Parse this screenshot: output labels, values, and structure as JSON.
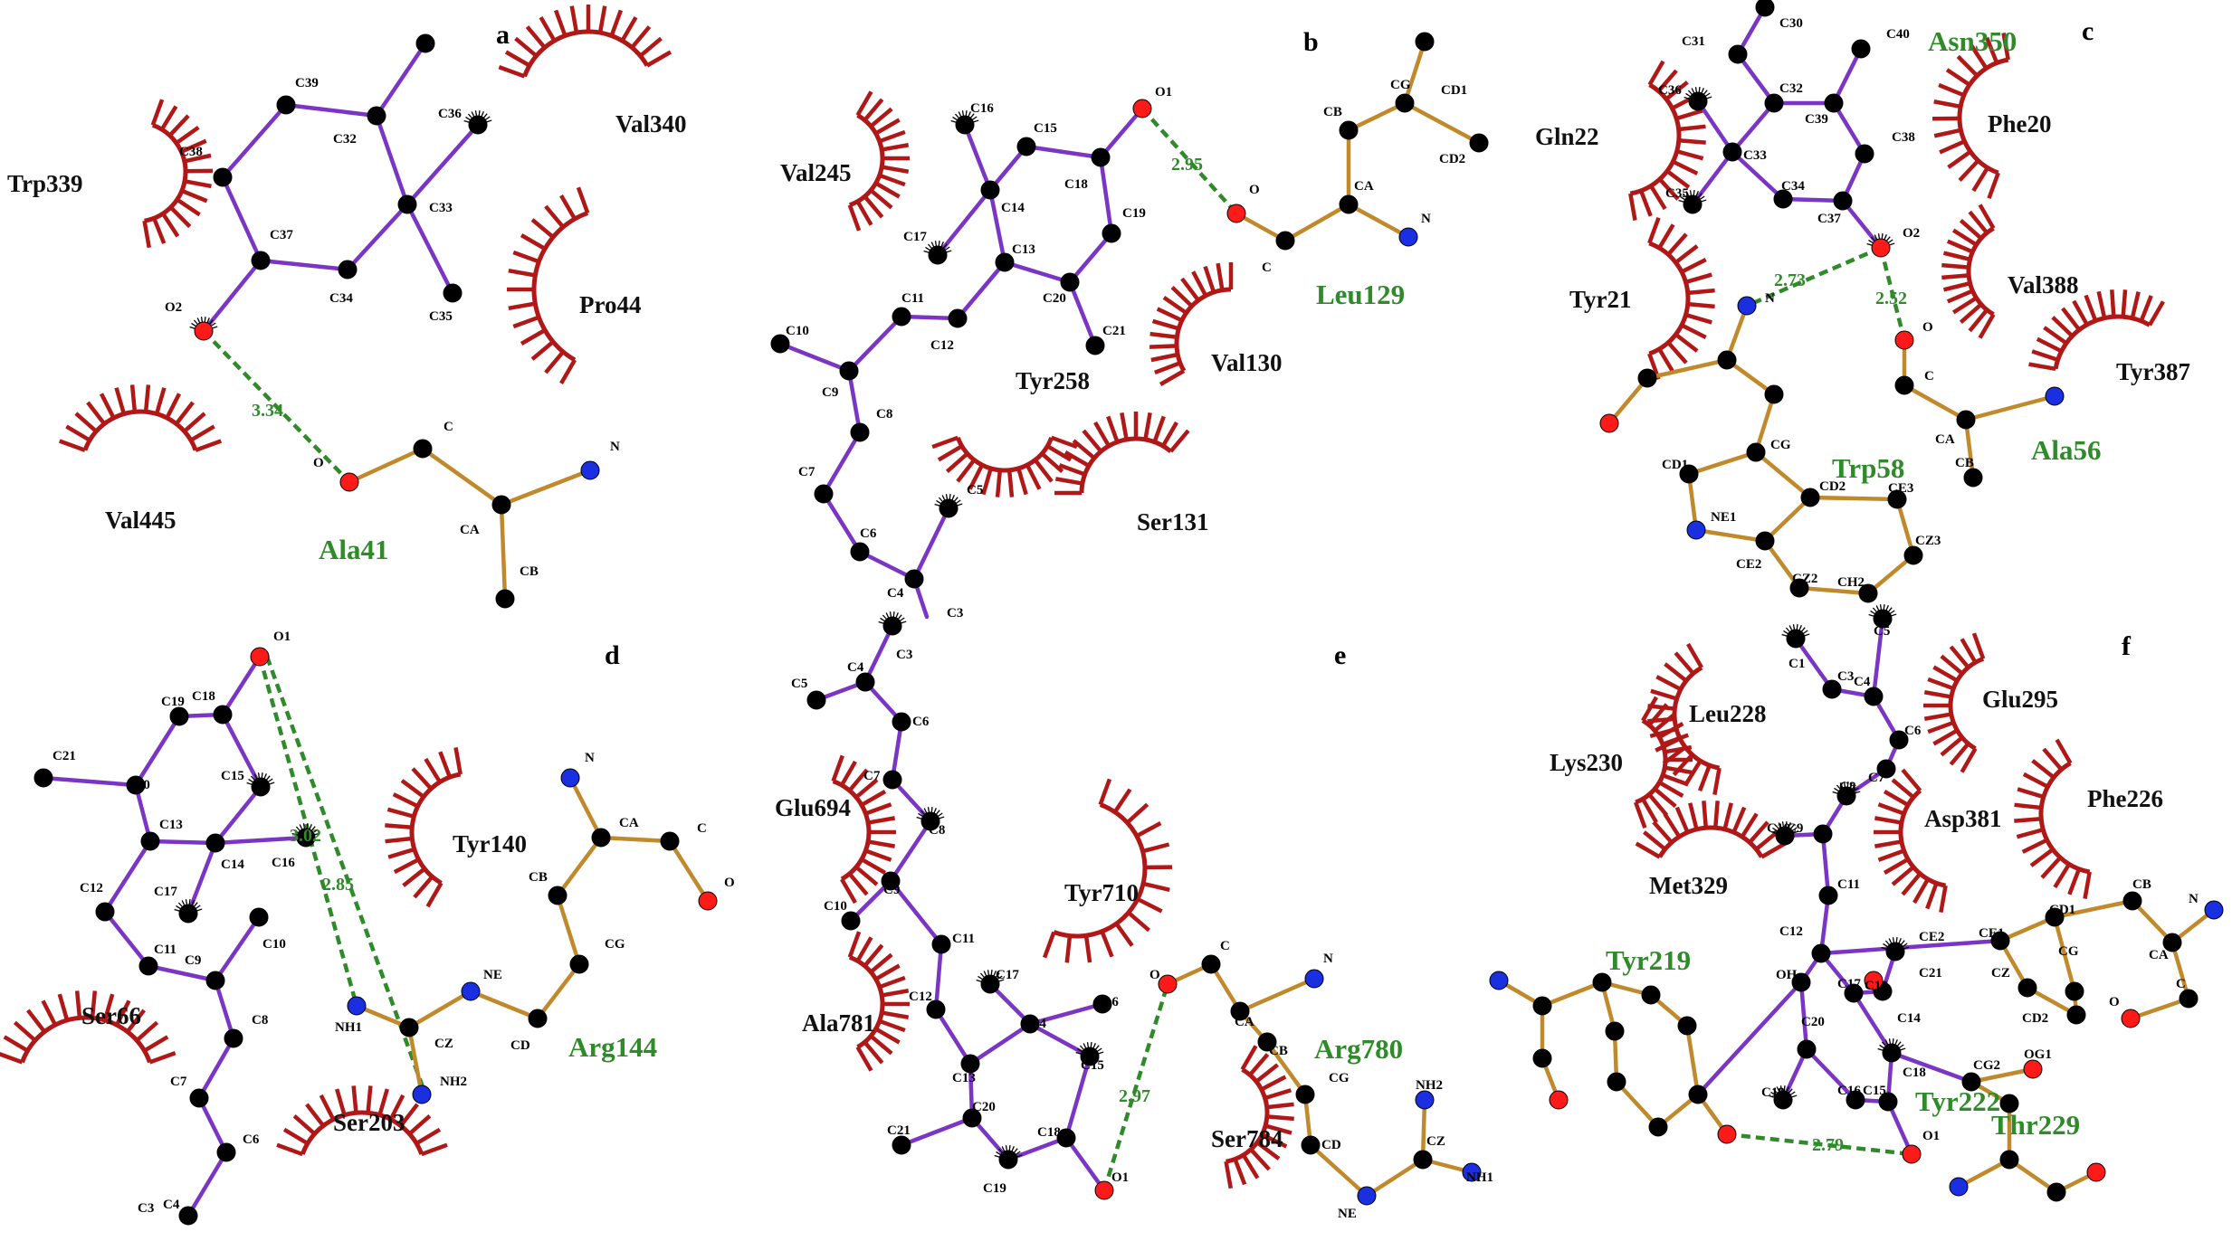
{
  "figure": {
    "panels": [
      {
        "id": "a",
        "letter": "a",
        "ligand_residue": "Ala41",
        "hbond_distances": [
          "3.34"
        ],
        "hydrophobic_residues": [
          "Trp339",
          "Val340",
          "Pro44",
          "Val445"
        ],
        "atom_labels": [
          "C39",
          "C32",
          "C36",
          "C38",
          "C33",
          "C37",
          "C34",
          "C35",
          "O2",
          "O",
          "C",
          "N",
          "CA",
          "CB"
        ]
      },
      {
        "id": "b",
        "letter": "b",
        "ligand_residue": "Leu129",
        "hbond_distances": [
          "2.95"
        ],
        "hydrophobic_residues": [
          "Val245",
          "Tyr258",
          "Val130",
          "Ser131"
        ],
        "atom_labels": [
          "C16",
          "C15",
          "O1",
          "CD1",
          "CG",
          "CB",
          "C18",
          "C14",
          "C19",
          "C17",
          "C13",
          "C20",
          "C11",
          "C12",
          "C21",
          "C10",
          "C9",
          "C8",
          "C7",
          "C6",
          "C5",
          "C4",
          "C3",
          "O",
          "C",
          "CA",
          "CD2",
          "N"
        ]
      },
      {
        "id": "c",
        "letter": "c",
        "ligand_residue": "Trp58",
        "ligand_residue_2": "Ala56",
        "ligand_residue_3": "Asn350",
        "hbond_distances": [
          "2.73",
          "2.52"
        ],
        "hydrophobic_residues": [
          "Gln22",
          "Phe20",
          "Tyr21",
          "Val388",
          "Tyr387"
        ],
        "atom_labels": [
          "C30",
          "C31",
          "C40",
          "C36",
          "C32",
          "C39",
          "C33",
          "C38",
          "C35",
          "C34",
          "C37",
          "O2",
          "N",
          "O",
          "C",
          "CA",
          "CB",
          "CG",
          "CD1",
          "NE1",
          "CD2",
          "CE3",
          "CE2",
          "CZ2",
          "CH2",
          "CZ3"
        ]
      },
      {
        "id": "d",
        "letter": "d",
        "ligand_residue": "Arg144",
        "hbond_distances": [
          "3.02",
          "2.85"
        ],
        "hydrophobic_residues": [
          "Tyr140",
          "Ser66",
          "Ser203"
        ],
        "atom_labels": [
          "O1",
          "C19",
          "C18",
          "C21",
          "C20",
          "C15",
          "C13",
          "C14",
          "C16",
          "C12",
          "C17",
          "C11",
          "C9",
          "C10",
          "C8",
          "C7",
          "C6",
          "C3",
          "C4",
          "NH1",
          "CZ",
          "NH2",
          "NE",
          "CD",
          "CB",
          "CG",
          "CA",
          "C",
          "O",
          "N"
        ]
      },
      {
        "id": "e",
        "letter": "e",
        "ligand_residue": "Arg780",
        "hbond_distances": [
          "2.97"
        ],
        "hydrophobic_residues": [
          "Glu694",
          "Tyr710",
          "Ala781",
          "Ser784"
        ],
        "atom_labels": [
          "C3",
          "C4",
          "C5",
          "C6",
          "C7",
          "C8",
          "C9",
          "C10",
          "C11",
          "C12",
          "C13",
          "C14",
          "C15",
          "C16",
          "C17",
          "C18",
          "C19",
          "C20",
          "C21",
          "O1",
          "O",
          "C",
          "N",
          "CA",
          "CB",
          "CG",
          "CD",
          "NE",
          "CZ",
          "NH2",
          "NH1"
        ]
      },
      {
        "id": "f",
        "letter": "f",
        "ligand_residue": "Tyr219",
        "ligand_residue_2": "Tyr222",
        "ligand_residue_3": "Thr229",
        "hbond_distances": [
          "2.79"
        ],
        "hydrophobic_residues": [
          "Leu228",
          "Glu295",
          "Lys230",
          "Asp381",
          "Phe226",
          "Met329"
        ],
        "atom_labels": [
          "C1",
          "C5",
          "C3",
          "C4",
          "C6",
          "C8",
          "C7",
          "C10",
          "C9",
          "C11",
          "C12",
          "CE1",
          "CD1",
          "CB",
          "N",
          "CA",
          "C",
          "O",
          "CG",
          "CZ",
          "CD2",
          "CE2",
          "C21",
          "OH",
          "C17",
          "C13",
          "C20",
          "C14",
          "C19",
          "C16",
          "C15",
          "C18",
          "CG2",
          "OG1",
          "O1"
        ]
      }
    ],
    "colors": {
      "ligand_bond": "#7b35c4",
      "protein_bond": "#c08a2c",
      "carbon": "#000000",
      "oxygen": "#ff1a1a",
      "nitrogen": "#1a2fe0",
      "hbond": "#2f8a2a",
      "hydrophobic_arc": "#b01818",
      "residue_label": "#2f8a2a"
    }
  }
}
